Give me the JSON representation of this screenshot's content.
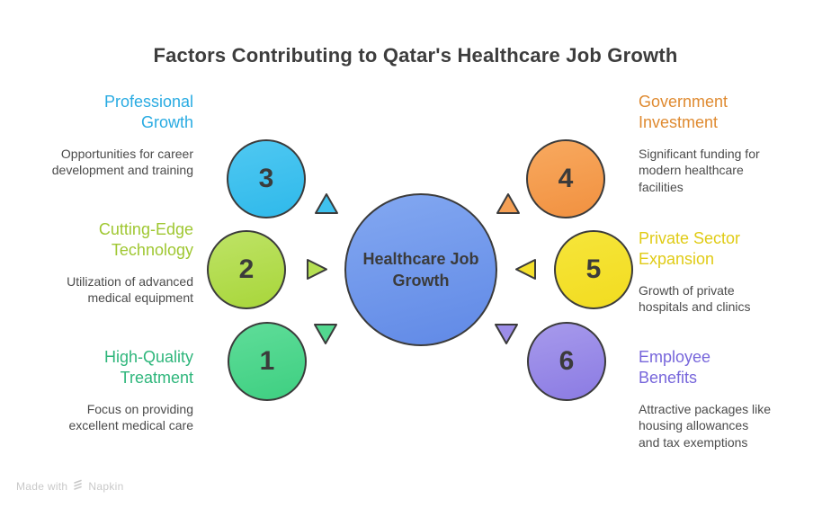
{
  "title": "Factors Contributing to Qatar's Healthcare Job Growth",
  "center": {
    "label": "Healthcare Job Growth",
    "fill_top": "#83A8F1",
    "fill_bottom": "#6089E6",
    "outline": "#3B3B3B"
  },
  "factors": [
    {
      "number": "1",
      "heading": "High-Quality Treatment",
      "description": "Focus on providing excellent medical care",
      "heading_color": "#2EB67B",
      "circle_top": "#5FDD99",
      "circle_bottom": "#3ECF81",
      "arrow_color": "#52D88F",
      "arrow": "down"
    },
    {
      "number": "2",
      "heading": "Cutting-Edge Technology",
      "description": "Utilization of advanced medical equipment",
      "heading_color": "#9FC731",
      "circle_top": "#BEE366",
      "circle_bottom": "#A8D63A",
      "arrow_color": "#B5DF52",
      "arrow": "right"
    },
    {
      "number": "3",
      "heading": "Professional Growth",
      "description": "Opportunities for career development and training",
      "heading_color": "#29ABE2",
      "circle_top": "#4FC8F2",
      "circle_bottom": "#2FB9EA",
      "arrow_color": "#3FC1EE",
      "arrow": "up"
    },
    {
      "number": "4",
      "heading": "Government Investment",
      "description": "Significant funding for modern healthcare facilities",
      "heading_color": "#DF8A30",
      "circle_top": "#F8A95F",
      "circle_bottom": "#F19140",
      "arrow_color": "#F5A055",
      "arrow": "up"
    },
    {
      "number": "5",
      "heading": "Private Sector Expansion",
      "description": "Growth of private hospitals and clinics",
      "heading_color": "#E0CB15",
      "circle_top": "#F6E53A",
      "circle_bottom": "#F2DC20",
      "arrow_color": "#F4E02C",
      "arrow": "left"
    },
    {
      "number": "6",
      "heading": "Employee Benefits",
      "description": "Attractive packages like housing allowances and tax exemptions",
      "heading_color": "#7766DB",
      "circle_top": "#A79AEC",
      "circle_bottom": "#8B7BE3",
      "arrow_color": "#9C8DE8",
      "arrow": "down"
    }
  ],
  "watermark": {
    "prefix": "Made with",
    "brand": "Napkin"
  }
}
